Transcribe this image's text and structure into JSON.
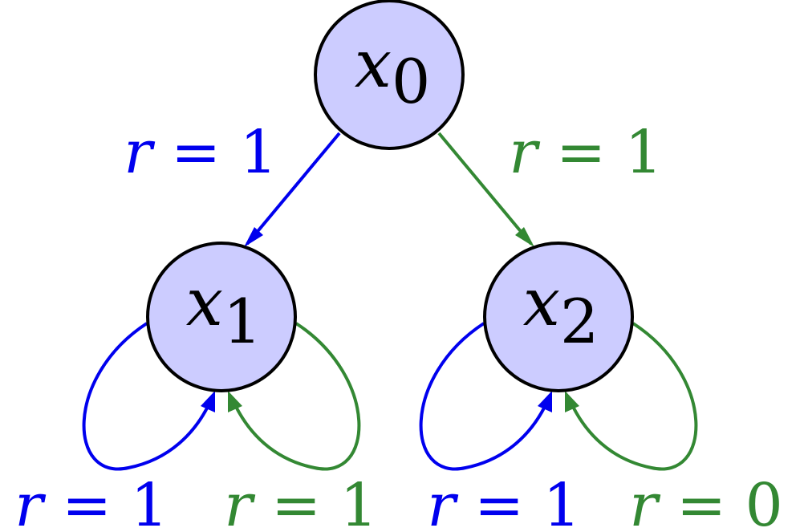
{
  "colors": {
    "node_fill": "#ccccff",
    "node_stroke": "#000000",
    "blue": "#0000ee",
    "green": "#338833"
  },
  "nodes": {
    "x0": {
      "var": "x",
      "sub": "0"
    },
    "x1": {
      "var": "x",
      "sub": "1"
    },
    "x2": {
      "var": "x",
      "sub": "2"
    }
  },
  "edges": {
    "x0_x1": {
      "var": "r",
      "op": " = ",
      "value": "1",
      "color": "blue"
    },
    "x0_x2": {
      "var": "r",
      "op": " = ",
      "value": "1",
      "color": "green"
    },
    "x1_loop_blue": {
      "var": "r",
      "op": " = ",
      "value": "1",
      "color": "blue"
    },
    "x1_loop_green": {
      "var": "r",
      "op": " = ",
      "value": "1",
      "color": "green"
    },
    "x2_loop_blue": {
      "var": "r",
      "op": " = ",
      "value": "1",
      "color": "blue"
    },
    "x2_loop_green": {
      "var": "r",
      "op": " = ",
      "value": "0",
      "color": "green"
    }
  }
}
